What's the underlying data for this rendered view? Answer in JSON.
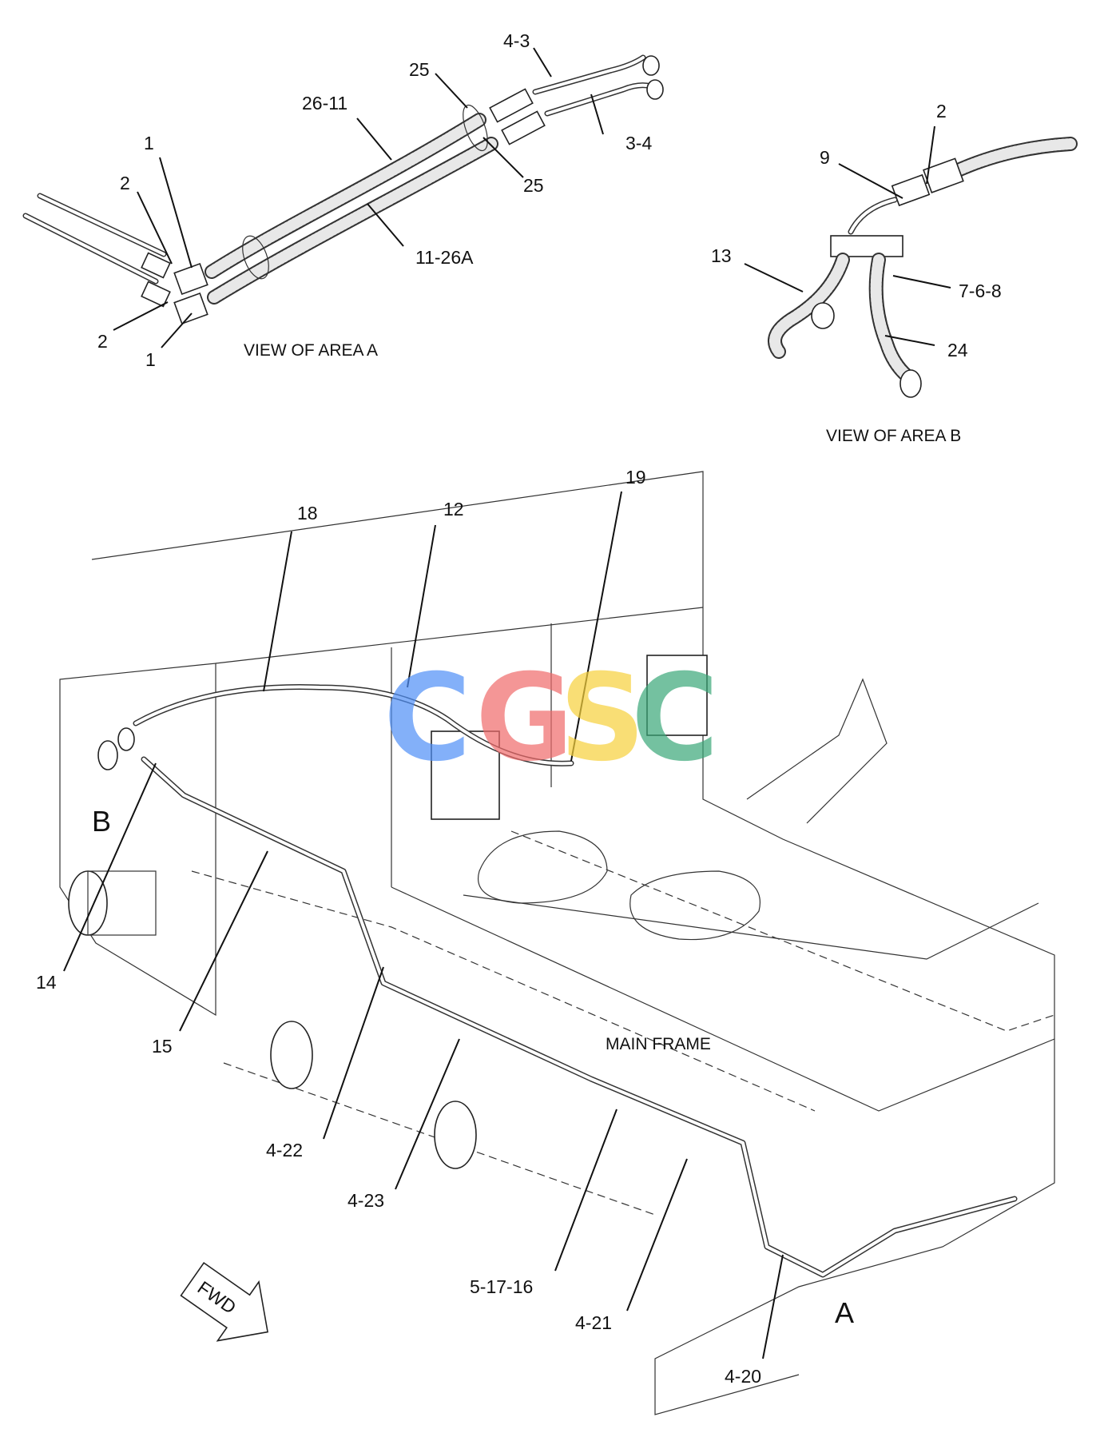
{
  "colors": {
    "line": "#111111",
    "watermark_c1": "#4f8ff7",
    "watermark_g": "#f06b6b",
    "watermark_s": "#f7d13c",
    "watermark_c2": "#3aa878"
  },
  "watermark": {
    "c1": "C",
    "g": "G",
    "s": "S",
    "c2": "C"
  },
  "area_a": {
    "caption": "VIEW OF AREA A",
    "labels": {
      "l_4_3": "4-3",
      "l_25_top": "25",
      "l_26_11": "26-11",
      "l_1_top": "1",
      "l_2_top": "2",
      "l_3_4": "3-4",
      "l_25_bottom": "25",
      "l_11_26a": "11-26A",
      "l_2_bottom": "2",
      "l_1_bottom": "1"
    }
  },
  "area_b": {
    "caption": "VIEW OF AREA B",
    "labels": {
      "l_2": "2",
      "l_9": "9",
      "l_13": "13",
      "l_7_6_8": "7-6-8",
      "l_24": "24"
    }
  },
  "main": {
    "caption": "MAIN FRAME",
    "fwd": "FWD",
    "marker_a": "A",
    "marker_b": "B",
    "labels": {
      "l_18": "18",
      "l_12": "12",
      "l_19": "19",
      "l_14": "14",
      "l_15": "15",
      "l_4_22": "4-22",
      "l_4_23": "4-23",
      "l_5_17_16": "5-17-16",
      "l_4_21": "4-21",
      "l_4_20": "4-20"
    }
  }
}
